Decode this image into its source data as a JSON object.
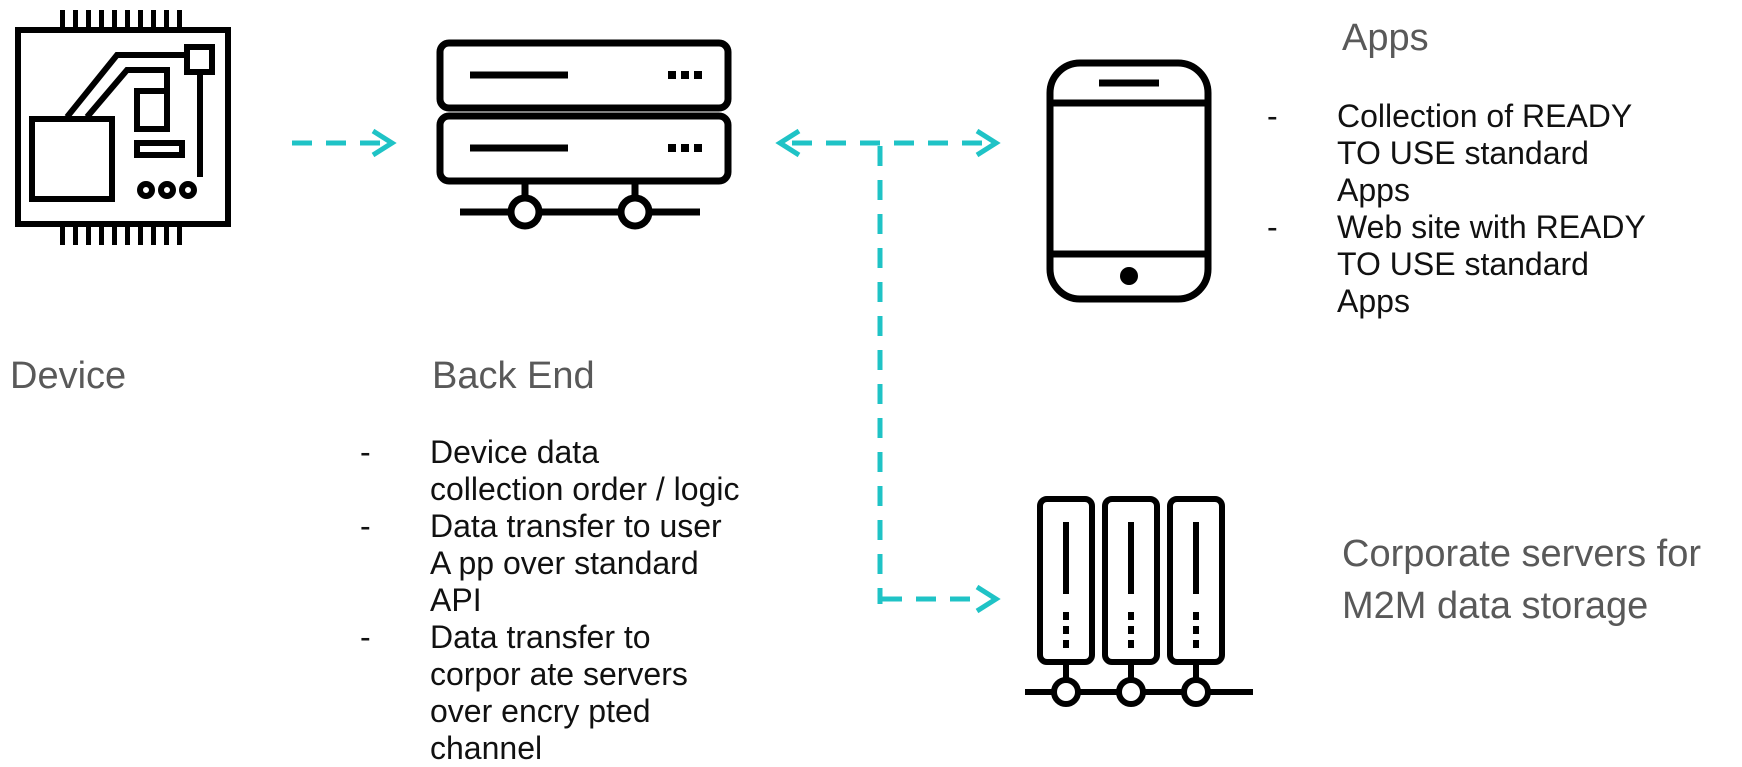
{
  "colors": {
    "connector": "#1fc3c6",
    "icon": "#000000",
    "caption_text": "#595959"
  },
  "device": {
    "icon": "circuit-board-icon",
    "caption": "Device"
  },
  "back_end": {
    "icon": "server-rack-icon",
    "caption": "Back End",
    "bullets": [
      "Device data collection order / logic",
      "Data transfer to user A pp over standard API",
      "Data transfer to corpor ate servers over encry pted channel"
    ]
  },
  "apps": {
    "icon": "smartphone-icon",
    "caption": "Apps",
    "bullets": [
      "Collection of READY TO USE standard Apps",
      "Web site with READY TO USE standard Apps"
    ]
  },
  "corporate_servers": {
    "icon": "server-towers-icon",
    "caption": "Corporate servers for M2M data storage"
  }
}
